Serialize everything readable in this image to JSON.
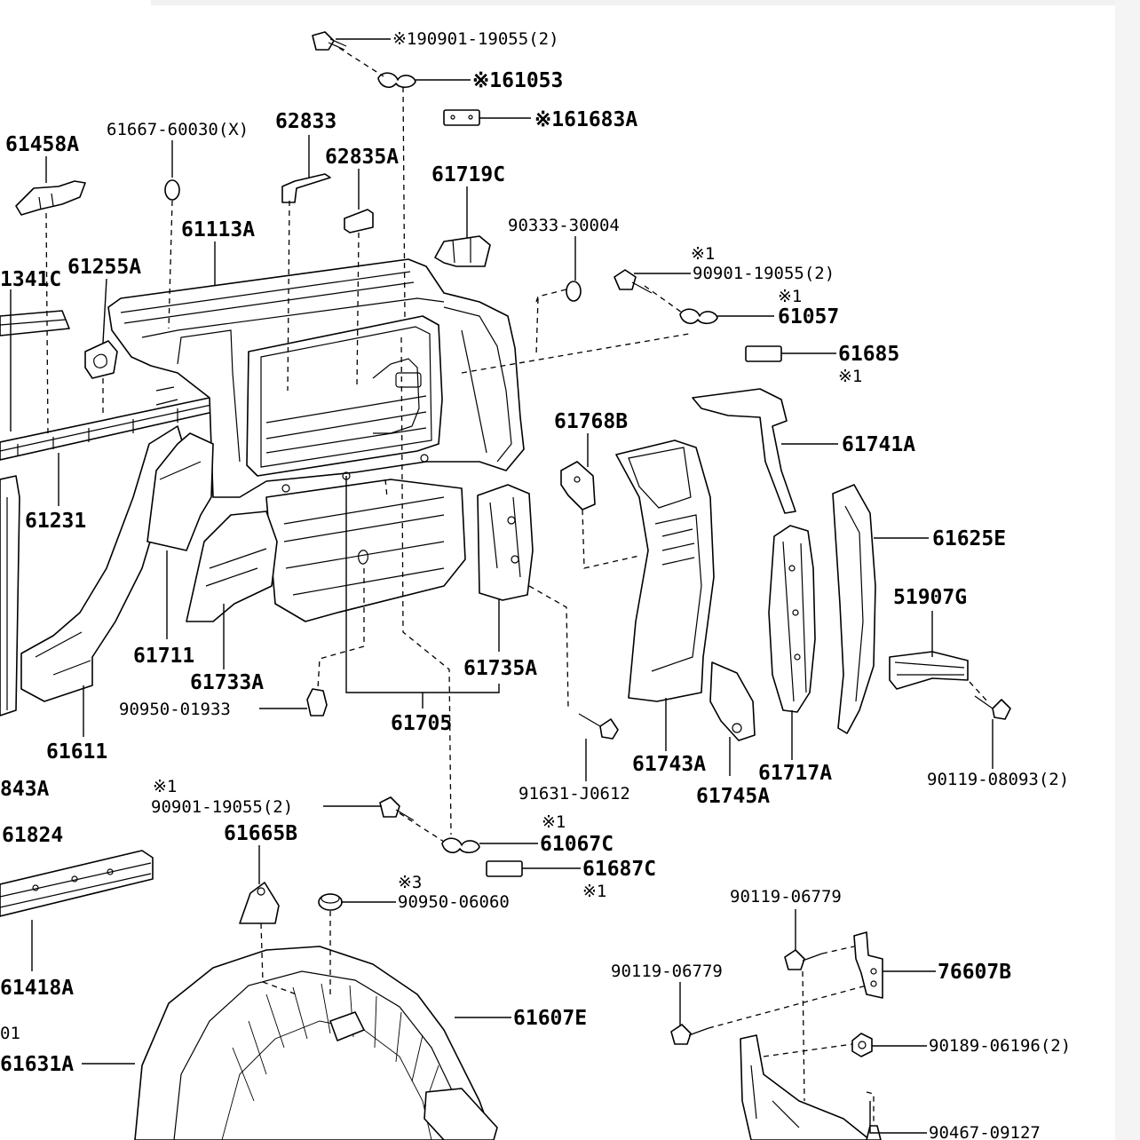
{
  "labels": {
    "l_90901_top": "※190901-19055(2)",
    "l_61053": "※161053",
    "l_61683a": "※161683A",
    "l_61458a": "61458A",
    "l_61667": "61667-60030(X)",
    "l_62833": "62833",
    "l_62835a": "62835A",
    "l_61719c": "61719C",
    "l_61113a": "61113A",
    "l_90333": "90333-30004",
    "l_mark_a": "※1",
    "l_90901_mid": "90901-19055(2)",
    "l_mark_b": "※1",
    "l_61057": "61057",
    "l_61685": "61685",
    "l_mark_c": "※1",
    "l_1341c": "1341C",
    "l_61255a": "61255A",
    "l_61768b": "61768B",
    "l_61741a": "61741A",
    "l_61625e": "61625E",
    "l_61231": "61231",
    "l_51907g": "51907G",
    "l_61711": "61711",
    "l_61733a": "61733A",
    "l_61735a": "61735A",
    "l_90950_01933": "90950-01933",
    "l_61705": "61705",
    "l_61611": "61611",
    "l_61743a": "61743A",
    "l_61717a": "61717A",
    "l_90119_08093": "90119-08093(2)",
    "l_843a": "843A",
    "l_91631": "91631-J0612",
    "l_61745a": "61745A",
    "l_mark_d": "※1",
    "l_90901_low": "90901-19055(2)",
    "l_mark_e": "※1",
    "l_61824": "61824",
    "l_61665b": "61665B",
    "l_61067c": "61067C",
    "l_61687c": "61687C",
    "l_mark_f": "※1",
    "l_mark_g": "※3",
    "l_90950_06060": "90950-06060",
    "l_90119_06779_a": "90119-06779",
    "l_76607b": "76607B",
    "l_90119_06779_b": "90119-06779",
    "l_61418a": "61418A",
    "l_01": "01",
    "l_61607e": "61607E",
    "l_61631a": "61631A",
    "l_90189": "90189-06196(2)",
    "l_90467": "90467-09127"
  }
}
